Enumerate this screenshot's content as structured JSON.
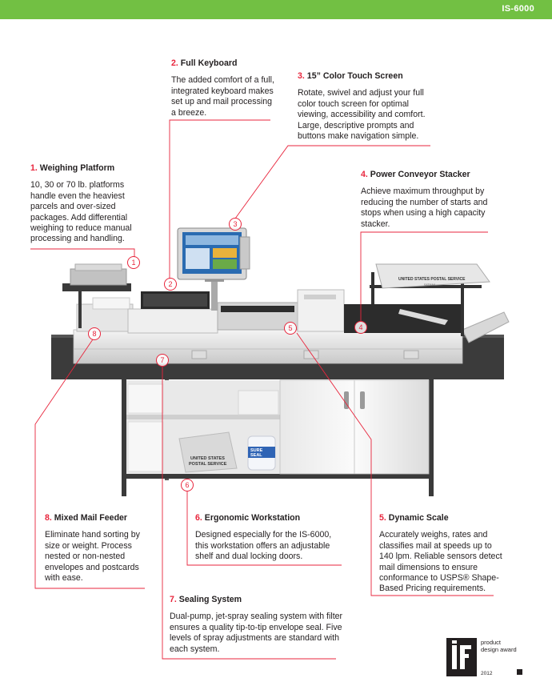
{
  "header": {
    "model": "IS-6000",
    "bar_color": "#72c043"
  },
  "accent_color": "#e8253c",
  "callouts": [
    {
      "num": "1.",
      "title": "Weighing Platform",
      "body": "10, 30 or 70 lb. platforms handle even the heaviest parcels and over-sized packages. Add differential weighing to reduce manual processing and handling."
    },
    {
      "num": "2.",
      "title": "Full Keyboard",
      "body": "The added comfort of a full, integrated keyboard makes set up and mail processing a breeze."
    },
    {
      "num": "3.",
      "title": "15” Color Touch Screen",
      "body": "Rotate, swivel and adjust your full color touch screen for optimal viewing, accessibility and comfort. Large, descriptive prompts and buttons make navigation simple."
    },
    {
      "num": "4.",
      "title": "Power Conveyor Stacker",
      "body": "Achieve maximum throughput by reducing the number of starts and stops when using a high capacity stacker."
    },
    {
      "num": "5.",
      "title": "Dynamic Scale",
      "body": "Accurately weighs, rates and classifies mail at speeds up to 140 lpm. Reliable sensors detect mail dimensions to ensure conformance to USPS® Shape-Based Pricing requirements."
    },
    {
      "num": "6.",
      "title": "Ergonomic Workstation",
      "body": "Designed especially for the IS-6000, this workstation offers an adjustable shelf and dual locking doors."
    },
    {
      "num": "7.",
      "title": "Sealing System",
      "body": "Dual-pump, jet-spray sealing system with filter ensures a quality tip-to-tip envelope seal. Five levels of spray adjustments are standard with each system."
    },
    {
      "num": "8.",
      "title": "Mixed Mail Feeder",
      "body": "Eliminate hand sorting by size or weight. Process nested or non-nested envelopes and postcards with ease."
    }
  ],
  "markers": [
    "1",
    "2",
    "3",
    "4",
    "5",
    "6",
    "7",
    "8"
  ],
  "product_image": {
    "tray_label": "UNITED STATES POSTAL SERVICE",
    "tray_sublabel": "SATMAIL",
    "box_label_1": "UNITED STATES",
    "box_label_2": "POSTAL SERVICE",
    "jug_label_1": "SURE",
    "jug_label_2": "SEAL"
  },
  "award": {
    "line1": "product",
    "line2": "design award",
    "year": "2012"
  }
}
